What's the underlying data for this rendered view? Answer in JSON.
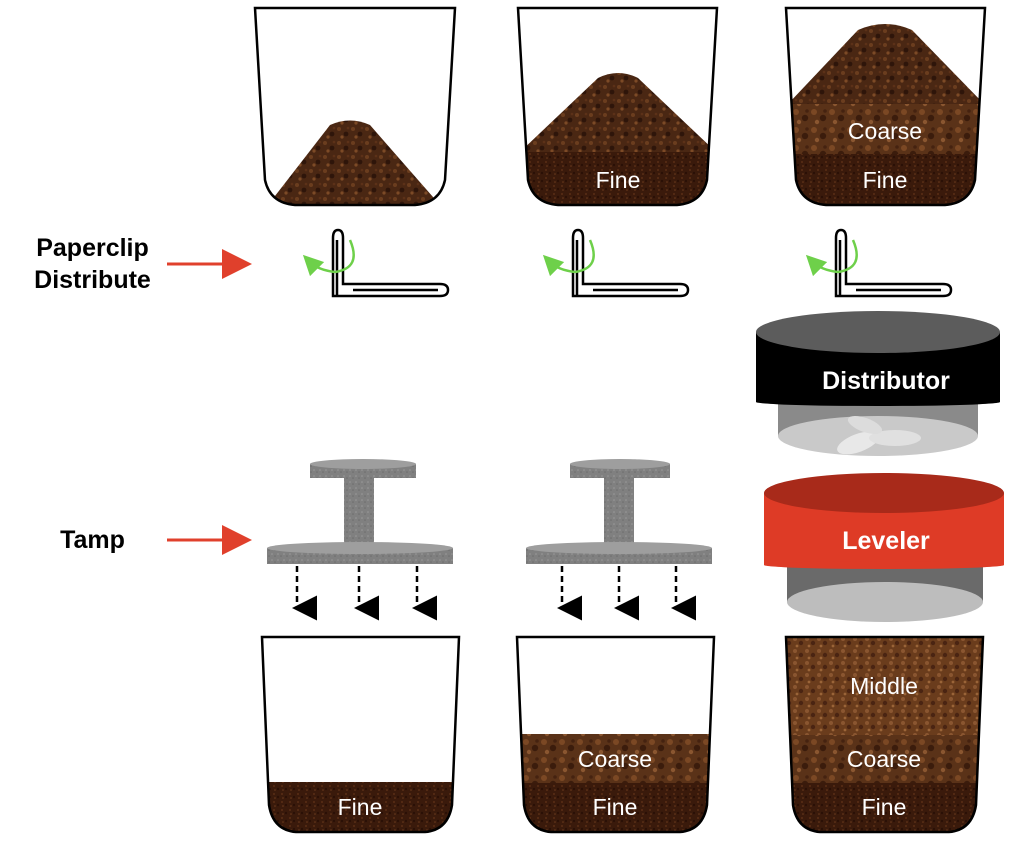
{
  "row_labels": {
    "paperclip_line1": "Paperclip",
    "paperclip_line2": "Distribute",
    "tamp": "Tamp"
  },
  "top_row": {
    "cup1": {
      "layers": []
    },
    "cup2": {
      "layers": [
        "Fine"
      ]
    },
    "cup3": {
      "layers": [
        "Coarse",
        "Fine"
      ]
    }
  },
  "tools": {
    "distributor": "Distributor",
    "leveler": "Leveler"
  },
  "bottom_row": {
    "cup1": {
      "layers": [
        "Fine"
      ]
    },
    "cup2": {
      "layers": [
        "Coarse",
        "Fine"
      ]
    },
    "cup3": {
      "layers": [
        "Middle",
        "Coarse",
        "Fine"
      ]
    }
  },
  "colors": {
    "coffee_dark": "#3a1d0e",
    "coffee_mid": "#5a3218",
    "coffee_light": "#7a4a28",
    "arrow_red": "#e0402c",
    "swirl_green": "#6ed04a",
    "distributor_black": "#000000",
    "distributor_gray": "#8a8a8a",
    "leveler_red": "#de3b26",
    "tamper_gray": "#7d7d7d"
  }
}
